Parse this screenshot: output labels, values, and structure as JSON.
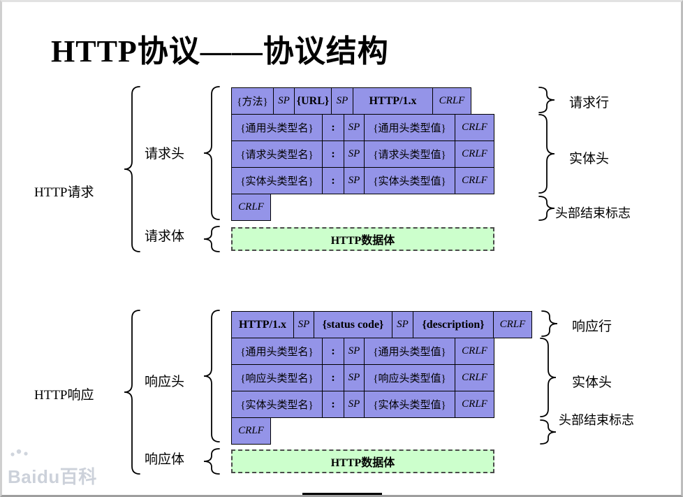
{
  "title": "HTTP协议——协议结构",
  "watermark": "Baidu百科",
  "request": {
    "label": "HTTP请求",
    "head_label": "请求头",
    "body_label": "请求体",
    "line_cells": [
      "{方法}",
      "SP",
      "{URL}",
      "SP",
      "HTTP/1.x",
      "CRLF"
    ],
    "header_rows": [
      [
        "{通用头类型名}",
        ":",
        "SP",
        "{通用头类型值}",
        "CRLF"
      ],
      [
        "{请求头类型名}",
        ":",
        "SP",
        "{请求头类型值}",
        "CRLF"
      ],
      [
        "{实体头类型名}",
        ":",
        "SP",
        "{实体头类型值}",
        "CRLF"
      ]
    ],
    "crlf_cell": "CRLF",
    "data_body": "HTTP数据体",
    "right_labels": [
      "请求行",
      "实体头",
      "头部结束标志"
    ]
  },
  "response": {
    "label": "HTTP响应",
    "head_label": "响应头",
    "body_label": "响应体",
    "line_cells": [
      "HTTP/1.x",
      "SP",
      "{status code}",
      "SP",
      "{description}",
      "CRLF"
    ],
    "header_rows": [
      [
        "{通用头类型名}",
        ":",
        "SP",
        "{通用头类型值}",
        "CRLF"
      ],
      [
        "{响应头类型名}",
        ":",
        "SP",
        "{响应头类型值}",
        "CRLF"
      ],
      [
        "{实体头类型名}",
        ":",
        "SP",
        "{实体头类型值}",
        "CRLF"
      ]
    ],
    "crlf_cell": "CRLF",
    "data_body": "HTTP数据体",
    "right_labels": [
      "响应行",
      "实体头",
      "头部结束标志"
    ]
  },
  "colors": {
    "box_fill": "#9494e8",
    "body_fill": "#ccffcc"
  }
}
